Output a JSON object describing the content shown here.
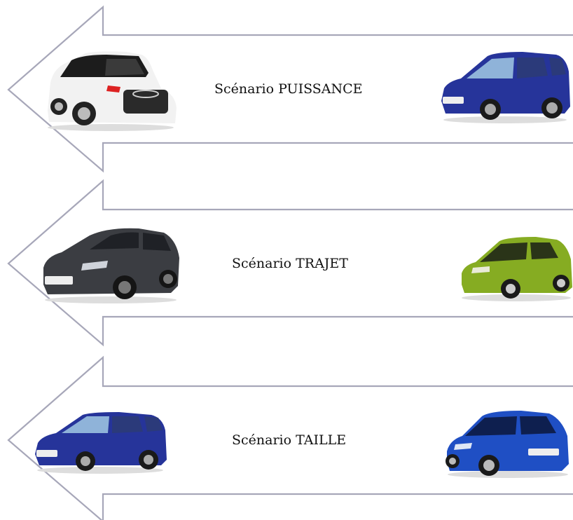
{
  "arrow_color": "#a7a7b9",
  "scenarios": [
    {
      "label": "Scénario PUISSANCE",
      "left_car": {
        "icon": "white-audi-hatchback",
        "body": "#f2f2f2",
        "roof": "#1c1c1c"
      },
      "right_car": {
        "icon": "blue-mercedes-minivan",
        "body": "#26349a",
        "roof": "#1e2a85"
      }
    },
    {
      "label": "Scénario TRAJET",
      "left_car": {
        "icon": "dark-grey-renault-megane",
        "body": "#3b3d42",
        "roof": "#2b2d31"
      },
      "right_car": {
        "icon": "green-chevrolet-spark",
        "body": "#86ac22",
        "roof": "#6f9316"
      }
    },
    {
      "label": "Scénario TAILLE",
      "left_car": {
        "icon": "blue-mercedes-minivan",
        "body": "#26349a",
        "roof": "#1e2a85"
      },
      "right_car": {
        "icon": "blue-seat-ibiza",
        "body": "#1f4fc4",
        "roof": "#173d9e"
      }
    }
  ]
}
